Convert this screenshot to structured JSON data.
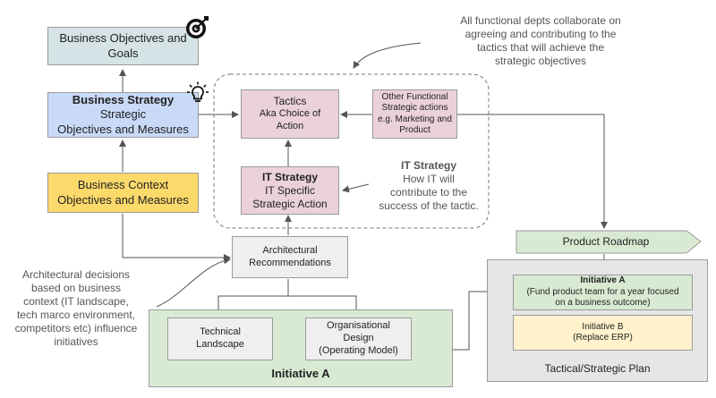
{
  "objectives": {
    "line1": "Business Objectives and",
    "line2": "Goals"
  },
  "strategy": {
    "title": "Business Strategy",
    "line2": "Strategic",
    "line3": "Objectives and Measures"
  },
  "context": {
    "line1": "Business Context",
    "line2": "Objectives and Measures"
  },
  "tactics": {
    "line1": "Tactics",
    "line2": "Aka Choice of",
    "line3": "Action"
  },
  "other_functional": {
    "line1": "Other Functional",
    "line2": "Strategic actions",
    "line3": "e.g. Marketing and",
    "line4": "Product"
  },
  "it_strategy_box": {
    "title": "IT Strategy",
    "line2": "IT Specific",
    "line3": "Strategic Action"
  },
  "it_strategy_note": {
    "title": "IT Strategy",
    "line2": "How IT will",
    "line3": "contribute to the",
    "line4": "success of the tactic."
  },
  "collab_note": {
    "line1": "All functional depts collaborate on",
    "line2": "agreeing and contributing to the",
    "line3": "tactics that will achieve the",
    "line4": "strategic objectives"
  },
  "arch_rec": {
    "line1": "Architectural",
    "line2": "Recommendations"
  },
  "arch_note": {
    "line1": "Architectural decisions",
    "line2": "based on business",
    "line3": "context (IT landscape,",
    "line4": "tech marco environment,",
    "line5": "competitors etc) influence",
    "line6": "initiatives"
  },
  "tech_landscape": {
    "line1": "Technical",
    "line2": "Landscape"
  },
  "org_design": {
    "line1": "Organisational",
    "line2": "Design",
    "line3": "(Operating Model)"
  },
  "initiative_group_label": "Initiative A",
  "product_roadmap": "Product Roadmap",
  "plan": {
    "label": "Tactical/Strategic Plan",
    "initiative_a": {
      "title": "Initiative A",
      "line2": "(Fund product team for a year focused",
      "line3": "on a business outcome)"
    },
    "initiative_b": {
      "line1": "Initiative B",
      "line2": "(Replace ERP)"
    }
  },
  "icons": [
    "target-icon",
    "lightbulb-icon"
  ],
  "colors": {
    "objectives": "#d5e3e6",
    "strategy": "#c9daf8",
    "context": "#fcd96b",
    "pink": "#ead1dc",
    "grey_box": "#efefef",
    "green": "#d9ead3",
    "plan_bg": "#e6e6e6",
    "yellow": "#fff2cc"
  }
}
